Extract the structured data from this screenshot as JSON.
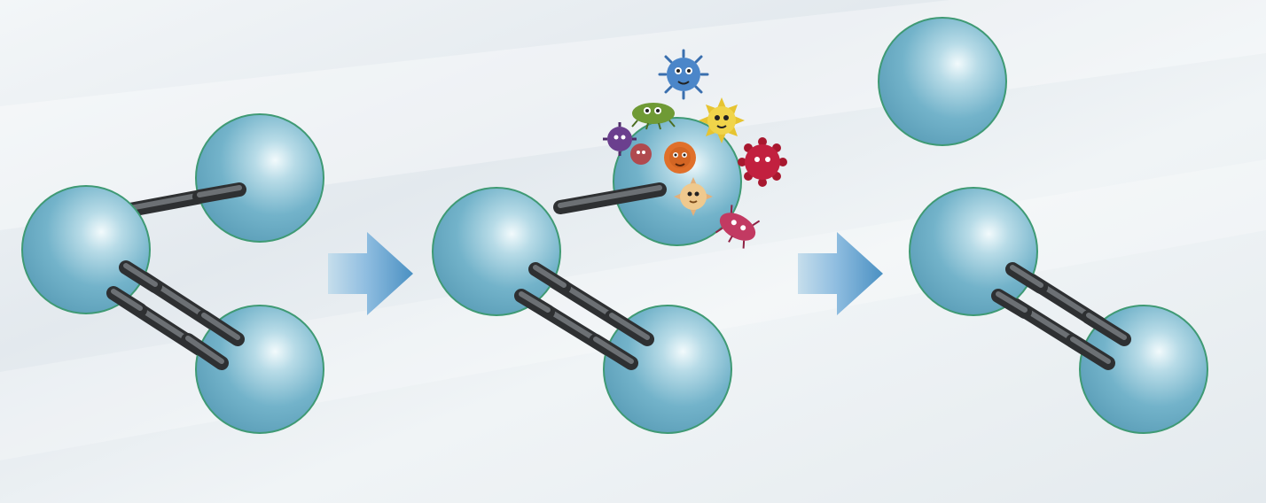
{
  "diagram": {
    "panels": [
      {
        "id": "molecule-intact",
        "atoms": 3,
        "bonds": [
          "single",
          "double"
        ]
      },
      {
        "id": "molecule-attacked",
        "atoms": 3,
        "bonds": [
          "single",
          "double"
        ],
        "microbes": 9
      },
      {
        "id": "molecule-split",
        "atoms": 3,
        "bonds": [
          "double"
        ],
        "detached_atoms": 1
      }
    ],
    "arrows": 2
  },
  "colors": {
    "background": "#e9eef2",
    "atom_fill": "#6fb1c8",
    "atom_highlight": "#f2fafc",
    "atom_outline": "#3f9a74",
    "bond": "#4a4d50",
    "arrow_light": "#bcd7e9",
    "arrow_dark": "#4f95c6",
    "microbes": [
      "#4b86c9",
      "#6f9a35",
      "#e6c431",
      "#6b3f8e",
      "#c75a4b",
      "#e0702a",
      "#c2203f",
      "#efc98e",
      "#c23a62"
    ]
  },
  "icons": {
    "arrow": "right-arrow-icon",
    "microbe": "microbe-icon"
  }
}
